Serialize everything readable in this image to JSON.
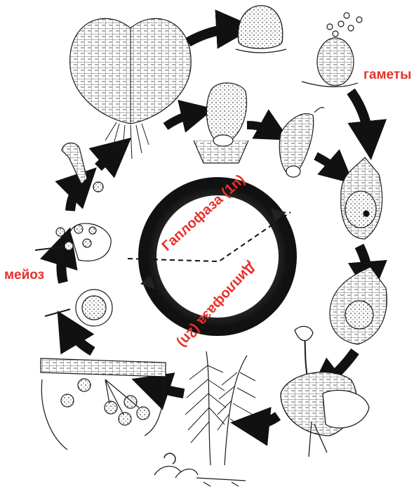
{
  "labels": {
    "gametes": "гаметы",
    "meiosis": "мейоз",
    "haplophase": "Гаплофаза (1n)",
    "diplophase": "Диплофаза (2n)"
  },
  "colors": {
    "label_red": "#e8312a",
    "arrow_black": "#111111",
    "line_art": "#1a1a1a"
  },
  "icons": {
    "prothallus": "heart-shaped-gametophyte",
    "antheridium": "antheridium-with-sperm",
    "archegonium": "archegonium",
    "fern": "fern-sporophyte",
    "sorus": "sorus-section",
    "sporangium": "sporangium-with-spores"
  }
}
